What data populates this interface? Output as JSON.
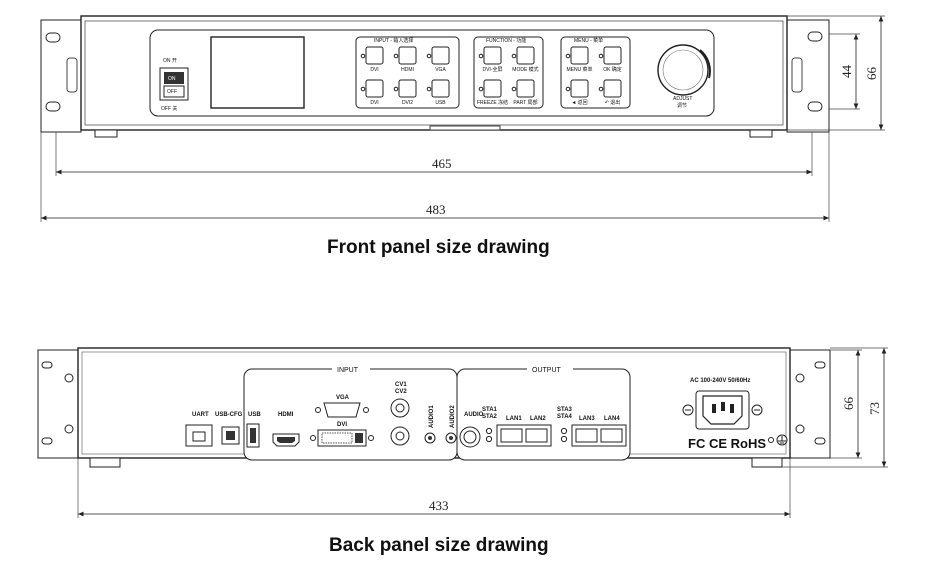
{
  "front": {
    "caption": "Front panel size drawing",
    "dims": {
      "inner_width": "465",
      "outer_width": "483",
      "panel_height": "44",
      "total_height": "66"
    },
    "power": {
      "on_label": "ON  开",
      "off_label": "OFF  关",
      "switch_on": "ON",
      "switch_off": "OFF"
    },
    "sections": {
      "input": "INPUT - 输入选择",
      "function": "FUNCTION - 功能",
      "menu": "MENU - 菜单"
    },
    "input_buttons": [
      "DVI",
      "HDMI",
      "VGA",
      "DVI",
      "DVI2",
      "USB"
    ],
    "function_buttons": [
      "DVI-全屏",
      "MODE 模式",
      "FREEZE 冻结",
      "PART 局部"
    ],
    "menu_buttons": [
      "MENU 菜单",
      "OK 确定",
      "◄ 返回",
      "↶ 退出"
    ],
    "knob_label": "ADJUST",
    "knob_sublabel": "调节"
  },
  "back": {
    "caption": "Back panel size drawing",
    "dims": {
      "width": "433",
      "panel_height": "66",
      "total_height": "73"
    },
    "sections": {
      "input": "INPUT",
      "output": "OUTPUT"
    },
    "ports": {
      "uart": "UART",
      "usb_cfg": "USB-CFG",
      "usb": "USB",
      "hdmi": "HDMI",
      "vga": "VGA",
      "dvi": "DVI",
      "cv1": "CV1",
      "cv2": "CV2",
      "audio1": "AUDIO1",
      "audio2": "AUDIO2",
      "audio": "AUDIO",
      "sta1": "STA1",
      "sta2": "STA2",
      "sta3": "STA3",
      "sta4": "STA4",
      "lan1": "LAN1",
      "lan2": "LAN2",
      "lan3": "LAN3",
      "lan4": "LAN4"
    },
    "power_label": "AC 100-240V 50/60Hz",
    "certs": "FC CE RoHS"
  }
}
